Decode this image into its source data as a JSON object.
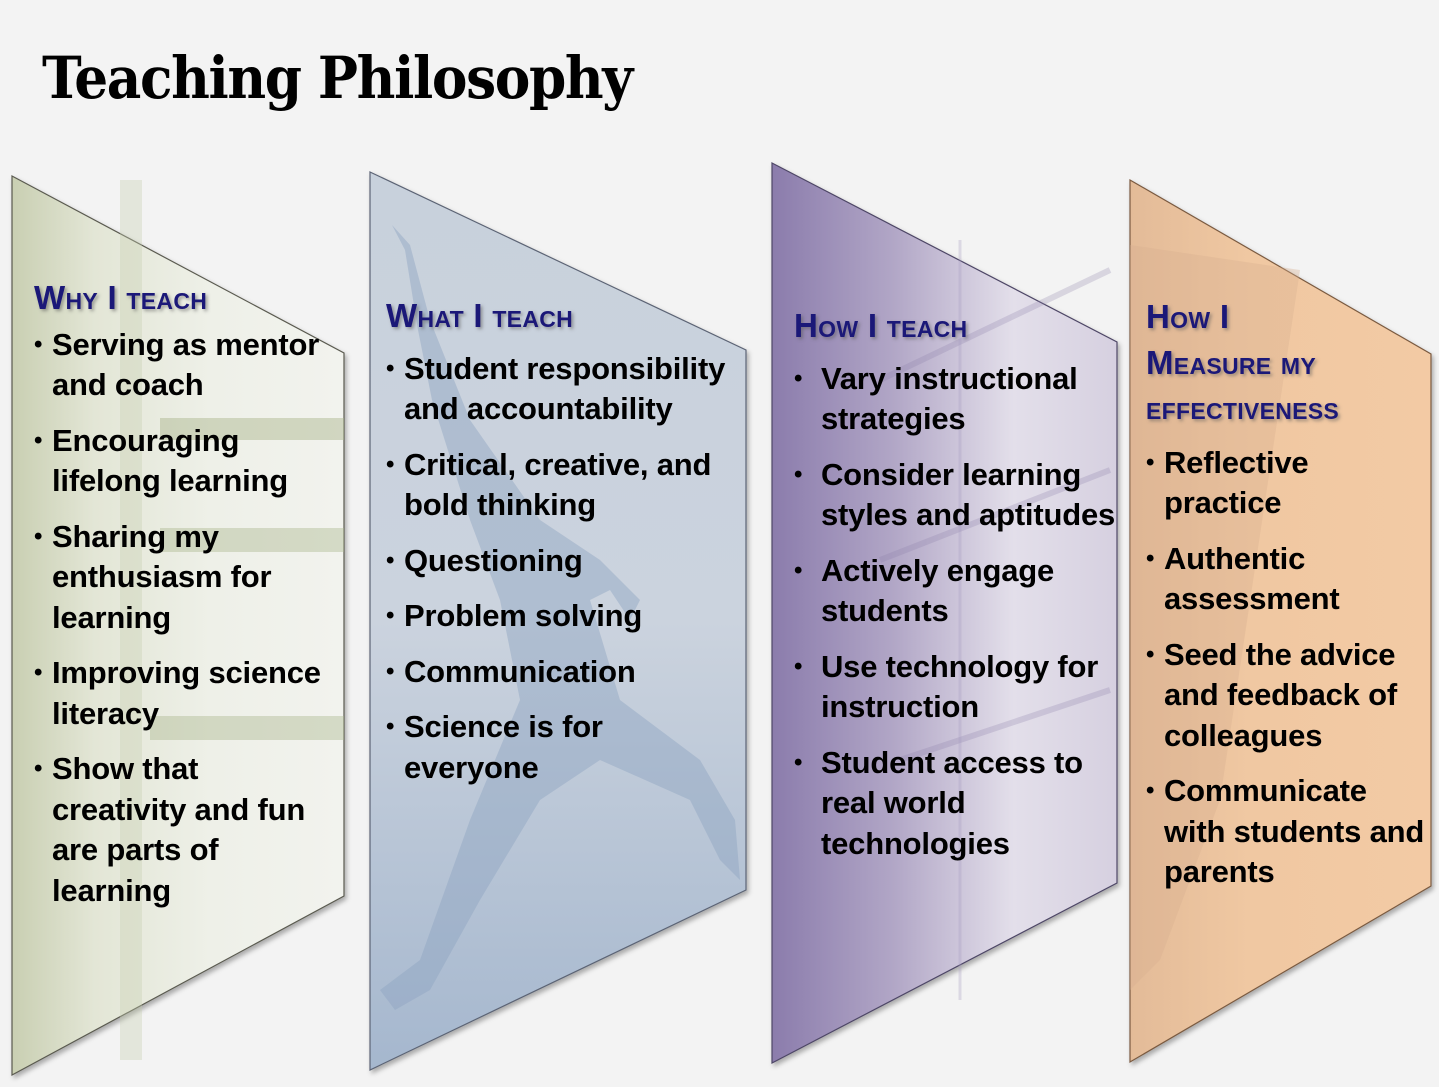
{
  "title": "Teaching Philosophy",
  "colors": {
    "background": "#f3f3f3",
    "heading": "#1b1878",
    "panel_why": "#d8dcc8",
    "panel_what": "#b8c6d8",
    "panel_how": "#9e8fb8",
    "panel_measure": "#f0c8a0"
  },
  "panels": [
    {
      "heading": "Why I teach",
      "heading_lines": [
        "Why I teach"
      ],
      "theme": "green",
      "items": [
        "Serving as mentor and coach",
        "Encouraging lifelong learning",
        "Sharing my enthusiasm for learning",
        "Improving science literacy",
        "Show that creativity and fun are parts of learning"
      ]
    },
    {
      "heading": "What I teach",
      "heading_lines": [
        "What I teach"
      ],
      "theme": "blue",
      "items": [
        "Student responsibility and accountability",
        "Critical, creative, and bold thinking",
        "Questioning",
        "Problem solving",
        "Communication",
        "Science is for everyone"
      ]
    },
    {
      "heading": "How I teach",
      "heading_lines": [
        "How I teach"
      ],
      "theme": "purple",
      "items": [
        "Vary instructional strategies",
        "Consider learning styles and aptitudes",
        "Actively engage students",
        "Use technology for instruction",
        "Student access to real world technologies"
      ]
    },
    {
      "heading": "How I Measure my effectiveness",
      "heading_lines": [
        "How I",
        "Measure my",
        "effectiveness"
      ],
      "theme": "peach",
      "items": [
        "Reflective practice",
        "Authentic assessment",
        "Seed the advice and feedback of colleagues",
        "Communicate with students and parents"
      ]
    }
  ],
  "bullet_glyph": "•"
}
